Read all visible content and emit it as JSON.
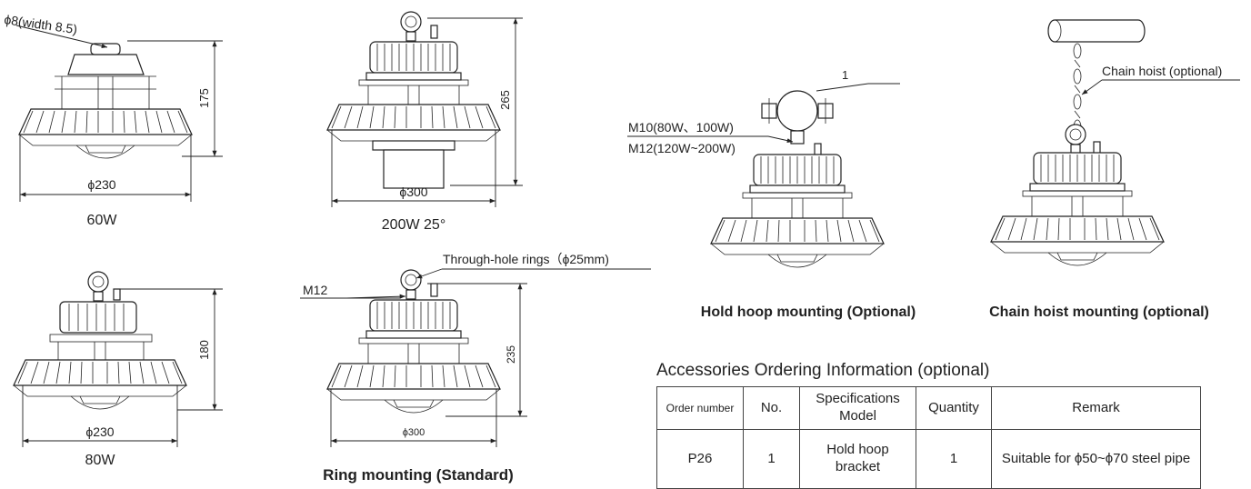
{
  "lamps": {
    "w60": {
      "label": "60W",
      "height_dim": "175",
      "diameter_dim": "ϕ230",
      "callout": "ϕ8(width 8.5)"
    },
    "w200": {
      "label": "200W 25°",
      "height_dim": "265",
      "diameter_dim": "ϕ300"
    },
    "w80": {
      "label": "80W",
      "height_dim": "180",
      "diameter_dim": "ϕ230"
    },
    "ring": {
      "caption": "Ring mounting (Standard)",
      "height_dim": "235",
      "diameter_dim": "ϕ300",
      "callout_m12": "M12",
      "callout_ring": "Through-hole rings（ϕ25mm)"
    },
    "hoop": {
      "caption": "Hold hoop mounting (Optional)",
      "callout_num": "1",
      "callout_m10": "M10(80W、100W)",
      "callout_m12": "M12(120W~200W)"
    },
    "chain": {
      "caption": "Chain hoist mounting (optional)",
      "callout": "Chain hoist (optional)"
    }
  },
  "accessories": {
    "title": "Accessories Ordering Information (optional)",
    "headers": [
      "Order number",
      "No.",
      "Specifications Model",
      "Quantity",
      "Remark"
    ],
    "rows": [
      [
        "P26",
        "1",
        "Hold hoop bracket",
        "1",
        "Suitable for ϕ50~ϕ70 steel pipe"
      ]
    ]
  }
}
